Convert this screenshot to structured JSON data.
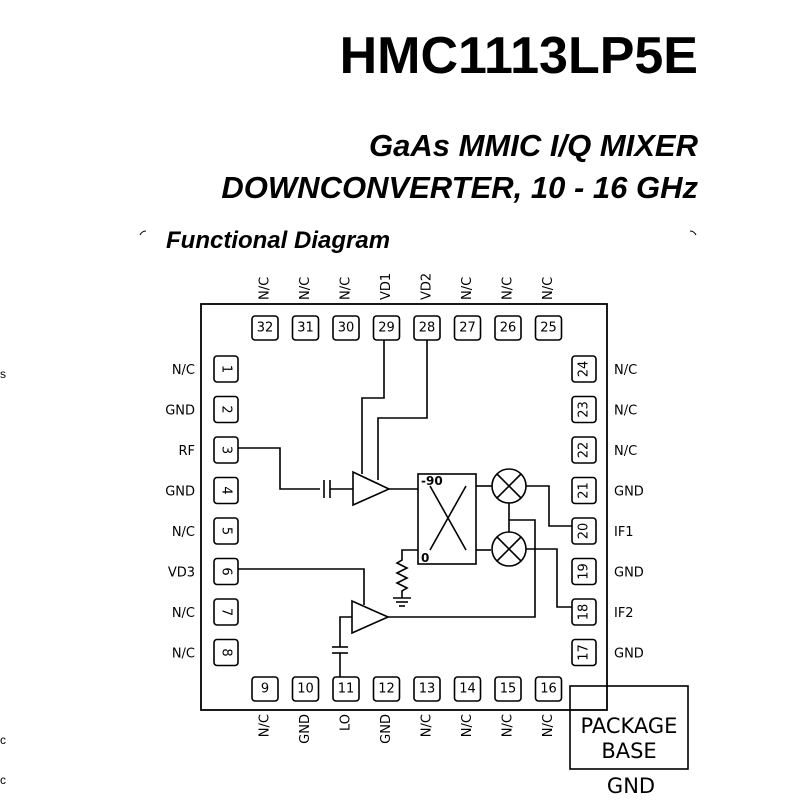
{
  "header": {
    "part_number": "HMC1113LP5E",
    "subtitle_line1": "GaAs MMIC I/Q MIXER",
    "subtitle_line2": "DOWNCONVERTER, 10 - 16 GHz"
  },
  "section_title": "Functional Diagram",
  "edge_fragments": [
    "s",
    "c",
    "c"
  ],
  "pins": {
    "top": [
      {
        "num": "32",
        "label": "N/C"
      },
      {
        "num": "31",
        "label": "N/C"
      },
      {
        "num": "30",
        "label": "N/C"
      },
      {
        "num": "29",
        "label": "VD1"
      },
      {
        "num": "28",
        "label": "VD2"
      },
      {
        "num": "27",
        "label": "N/C"
      },
      {
        "num": "26",
        "label": "N/C"
      },
      {
        "num": "25",
        "label": "N/C"
      }
    ],
    "left": [
      {
        "num": "1",
        "label": "N/C"
      },
      {
        "num": "2",
        "label": "GND"
      },
      {
        "num": "3",
        "label": "RF"
      },
      {
        "num": "4",
        "label": "GND"
      },
      {
        "num": "5",
        "label": "N/C"
      },
      {
        "num": "6",
        "label": "VD3"
      },
      {
        "num": "7",
        "label": "N/C"
      },
      {
        "num": "8",
        "label": "N/C"
      }
    ],
    "right": [
      {
        "num": "24",
        "label": "N/C"
      },
      {
        "num": "23",
        "label": "N/C"
      },
      {
        "num": "22",
        "label": "N/C"
      },
      {
        "num": "21",
        "label": "GND"
      },
      {
        "num": "20",
        "label": "IF1"
      },
      {
        "num": "19",
        "label": "GND"
      },
      {
        "num": "18",
        "label": "IF2"
      },
      {
        "num": "17",
        "label": "GND"
      }
    ],
    "bottom": [
      {
        "num": "9",
        "label": "N/C"
      },
      {
        "num": "10",
        "label": "GND"
      },
      {
        "num": "11",
        "label": "LO"
      },
      {
        "num": "12",
        "label": "GND"
      },
      {
        "num": "13",
        "label": "N/C"
      },
      {
        "num": "14",
        "label": "N/C"
      },
      {
        "num": "15",
        "label": "N/C"
      },
      {
        "num": "16",
        "label": "N/C"
      }
    ]
  },
  "hybrid": {
    "phase_top": "-90",
    "phase_bottom": "0"
  },
  "package_base": {
    "line1": "PACKAGE",
    "line2": "BASE",
    "ground": "GND"
  }
}
